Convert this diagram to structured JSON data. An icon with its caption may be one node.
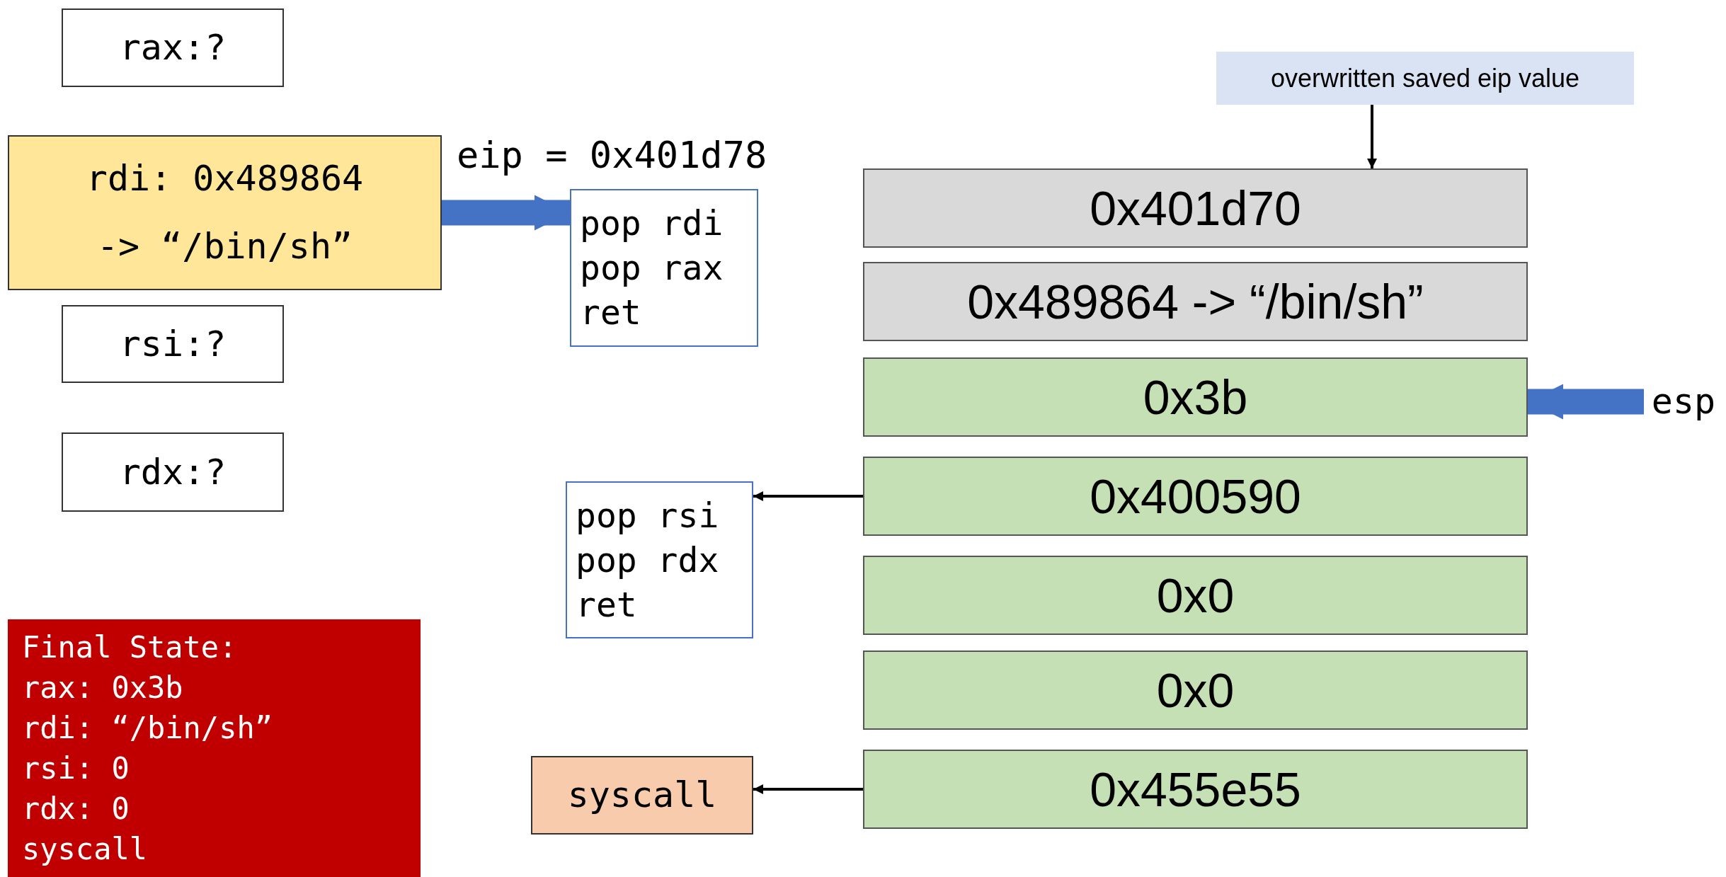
{
  "diagram": {
    "nodes": [
      {
        "text": [
          "rax:?"
        ]
      },
      {
        "text": [
          "rdi: 0x489864",
          "-> “/bin/sh”"
        ]
      },
      {
        "text": [
          "pop rdi",
          "pop rax",
          "ret"
        ],
        "beside": [
          "eip = 0x401d78"
        ]
      },
      {
        "text": [
          "overwritten saved eip value"
        ]
      },
      {
        "text": [
          "0x401d70"
        ]
      },
      {
        "text": [
          "0x489864 -> “/bin/sh”"
        ]
      },
      {
        "text": [
          "0x3b"
        ]
      },
      {
        "text": [
          "esp"
        ]
      },
      {
        "text": [
          "rsi:?"
        ]
      },
      {
        "text": [
          "rdx:?"
        ]
      },
      {
        "text": [
          "pop rsi",
          "pop rdx",
          "ret"
        ]
      },
      {
        "text": [
          "0x400590"
        ]
      },
      {
        "text": [
          "0x0"
        ]
      },
      {
        "text": [
          "0x0"
        ]
      },
      {
        "text": [
          "Final State:",
          "rax: 0x3b",
          "rdi: “/bin/sh”",
          "rsi: 0",
          "rdx: 0",
          "syscall"
        ]
      },
      {
        "text": [
          "syscall"
        ]
      },
      {
        "text": [
          "0x455e55"
        ]
      }
    ],
    "edges": [
      {
        "from": 1,
        "to": 2,
        "arrow": "to",
        "style": "thick",
        "color": "#4472c4"
      },
      {
        "from": 3,
        "to": 4,
        "arrow": "to"
      },
      {
        "from": 7,
        "to": 6,
        "arrow": "to",
        "style": "thick",
        "color": "#4472c4"
      },
      {
        "from": 11,
        "to": 10,
        "arrow": "to"
      },
      {
        "from": 16,
        "to": 15,
        "arrow": "to"
      }
    ]
  }
}
